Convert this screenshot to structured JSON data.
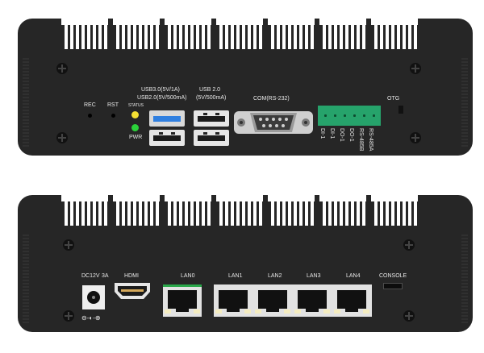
{
  "front_panel": {
    "rec_label": "REC",
    "rst_label": "RST",
    "status_label": "STATUS",
    "pwr_label": "PWR",
    "usb3_label_line1": "USB3.0(5V/1A)",
    "usb3_label_line2": "USB2.0(5V/500mA)",
    "usb2_label_line1": "USB 2.0",
    "usb2_label_line2": "(5V/500mA)",
    "com_label": "COM(RS-232)",
    "otg_label": "OTG",
    "terminal_labels": [
      "DI-1",
      "DI-1",
      "DO-1",
      "DO-1",
      "RS-485B",
      "RS-485A"
    ],
    "status_led_color": "#f5e033",
    "pwr_led_color": "#2bd13a",
    "usb3_color": "#2f7fe0",
    "terminal_color": "#26a36b"
  },
  "back_panel": {
    "dc_label": "DC12V",
    "amp_label": "3A",
    "polarity_symbol": "⊖-◐-⊕",
    "hdmi_label": "HDMI",
    "lan_labels": [
      "LAN0",
      "LAN1",
      "LAN2",
      "LAN3",
      "LAN4"
    ],
    "console_label": "CONSOLE",
    "lan0_accent": "#2aa84a"
  }
}
